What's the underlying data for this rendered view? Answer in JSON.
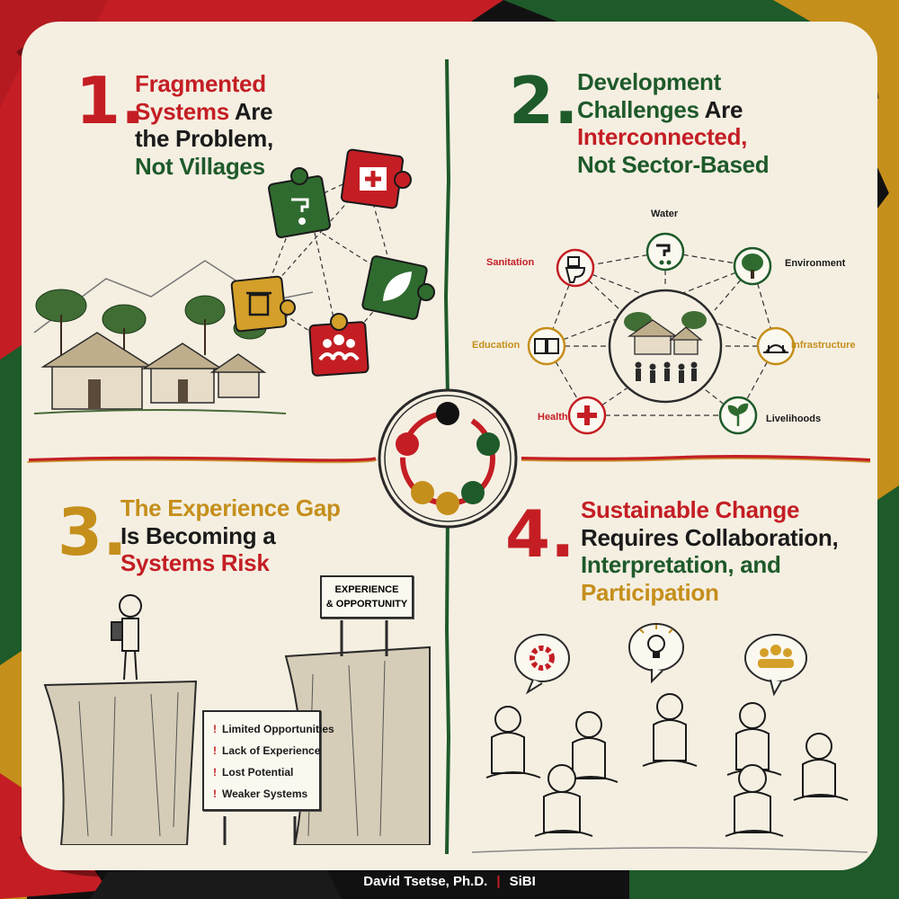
{
  "colors": {
    "red": "#c41e24",
    "green": "#1e5a2a",
    "gold": "#c58f1b",
    "black": "#111111",
    "paper": "#f5efe2"
  },
  "section1": {
    "number": "1.",
    "lines": [
      [
        {
          "t": "Fragmented",
          "c": "red"
        }
      ],
      [
        {
          "t": "Systems",
          "c": "red"
        },
        {
          "t": " Are",
          "c": "dark"
        }
      ],
      [
        {
          "t": "the Problem,",
          "c": "dark"
        }
      ],
      [
        {
          "t": "Not Villages",
          "c": "green"
        }
      ]
    ],
    "puzzle_icons": [
      "water-tap-icon",
      "medical-cross-icon",
      "trash-bin-icon",
      "leaf-icon",
      "people-icon"
    ]
  },
  "section2": {
    "number": "2.",
    "lines": [
      [
        {
          "t": "Development",
          "c": "green"
        }
      ],
      [
        {
          "t": "Challenges",
          "c": "green"
        },
        {
          "t": " Are",
          "c": "dark"
        }
      ],
      [
        {
          "t": "Interconnected,",
          "c": "red"
        }
      ],
      [
        {
          "t": "Not Sector-Based",
          "c": "green"
        }
      ]
    ],
    "nodes": {
      "water": {
        "label": "Water",
        "icon": "tap-icon",
        "color": "green"
      },
      "sanitation": {
        "label": "Sanitation",
        "icon": "toilet-icon",
        "color": "red"
      },
      "environment": {
        "label": "Environment",
        "icon": "tree-icon",
        "color": "green"
      },
      "education": {
        "label": "Education",
        "icon": "book-icon",
        "color": "gold"
      },
      "infrastructure": {
        "label": "Infrastructure",
        "icon": "bridge-icon",
        "color": "gold"
      },
      "health": {
        "label": "Health",
        "icon": "cross-icon",
        "color": "red"
      },
      "livelihoods": {
        "label": "Livelihoods",
        "icon": "sprout-icon",
        "color": "green"
      }
    }
  },
  "section3": {
    "number": "3.",
    "lines": [
      [
        {
          "t": "The Experience Gap",
          "c": "gold"
        }
      ],
      [
        {
          "t": "Is Becoming a",
          "c": "dark"
        }
      ],
      [
        {
          "t": "Systems Risk",
          "c": "red"
        }
      ]
    ],
    "sign": {
      "line1": "EXPERIENCE",
      "line2": "& OPPORTUNITY"
    },
    "risks": [
      "Limited Opportunities",
      "Lack of Experience",
      "Lost Potential",
      "Weaker Systems"
    ],
    "bullet": "!"
  },
  "section4": {
    "number": "4.",
    "lines": [
      [
        {
          "t": "Sustainable Change",
          "c": "red"
        }
      ],
      [
        {
          "t": "Requires Collaboration,",
          "c": "dark"
        }
      ],
      [
        {
          "t": "Interpretation, and",
          "c": "green"
        }
      ],
      [
        {
          "t": "Participation",
          "c": "gold"
        }
      ]
    ],
    "bubble_icons": [
      "gear-icon",
      "lightbulb-icon",
      "group-icon"
    ]
  },
  "footer": {
    "author": "David Tsetse, Ph.D.",
    "separator": "|",
    "org": "SiBI"
  }
}
